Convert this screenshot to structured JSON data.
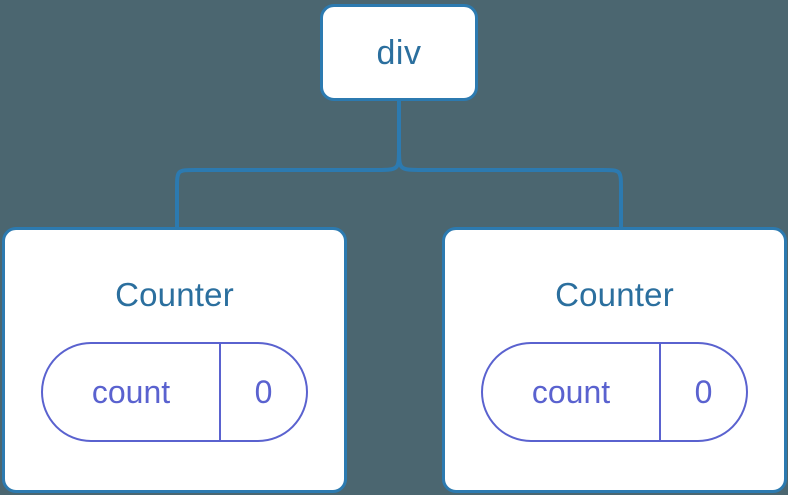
{
  "diagram": {
    "type": "component-tree",
    "background_color": "#4b6670",
    "node_border_color": "#2c7ab0",
    "node_fill_color": "#ffffff",
    "label_color": "#2b6f9e",
    "state_color": "#5a62cf",
    "connector_color": "#2c7ab0"
  },
  "root": {
    "label": "div"
  },
  "children": [
    {
      "title": "Counter",
      "state": {
        "key": "count",
        "value": "0"
      }
    },
    {
      "title": "Counter",
      "state": {
        "key": "count",
        "value": "0"
      }
    }
  ]
}
